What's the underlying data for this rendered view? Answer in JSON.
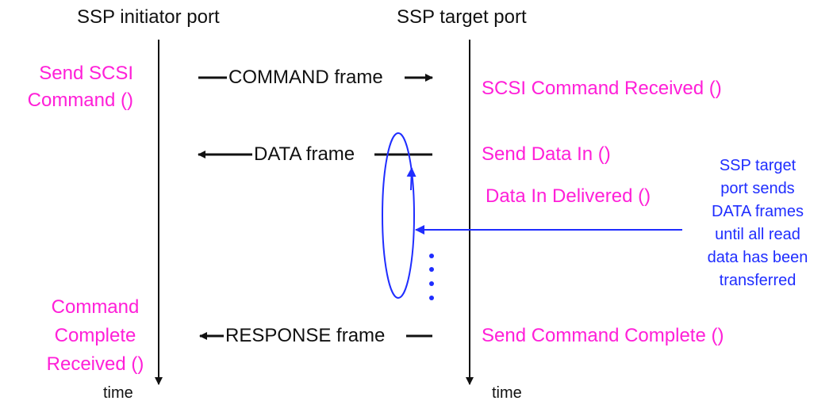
{
  "headers": {
    "initiator": "SSP initiator port",
    "target": "SSP target port"
  },
  "initiator_events": {
    "send_command": "Send SCSI\nCommand ()",
    "command_complete": "Command\nComplete\nReceived ()"
  },
  "target_events": {
    "command_received": "SCSI Command Received ()",
    "send_data_in": "Send Data In ()",
    "data_in_delivered": "Data In Delivered ()",
    "send_command_complete": "Send Command Complete ()"
  },
  "frames": {
    "command": "COMMAND frame",
    "data": "DATA frame",
    "response": "RESPONSE frame"
  },
  "time_labels": {
    "initiator": "time",
    "target": "time"
  },
  "note": "SSP target\nport sends\nDATA frames\nuntil all read\ndata has been\ntransferred",
  "colors": {
    "event_text": "#ff1fd8",
    "note_text": "#1f2dff",
    "lines": "#111111"
  }
}
